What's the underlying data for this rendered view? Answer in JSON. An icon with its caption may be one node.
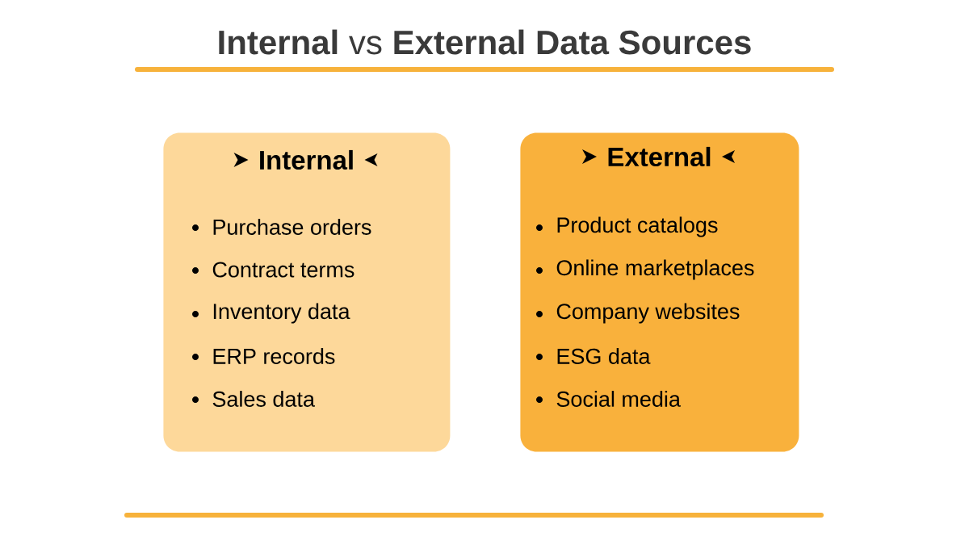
{
  "diagram": {
    "title": "**Internal** vs **External Data Sources**",
    "nodes": [
      {
        "text": [
          "Internal",
          "Purchase orders",
          "Contract terms",
          "Inventory data",
          "ERP records",
          "Sales data"
        ]
      },
      {
        "text": [
          "External",
          "Product catalogs",
          "Online marketplaces",
          "Company websites",
          "ESG data",
          "Social media"
        ]
      }
    ]
  }
}
